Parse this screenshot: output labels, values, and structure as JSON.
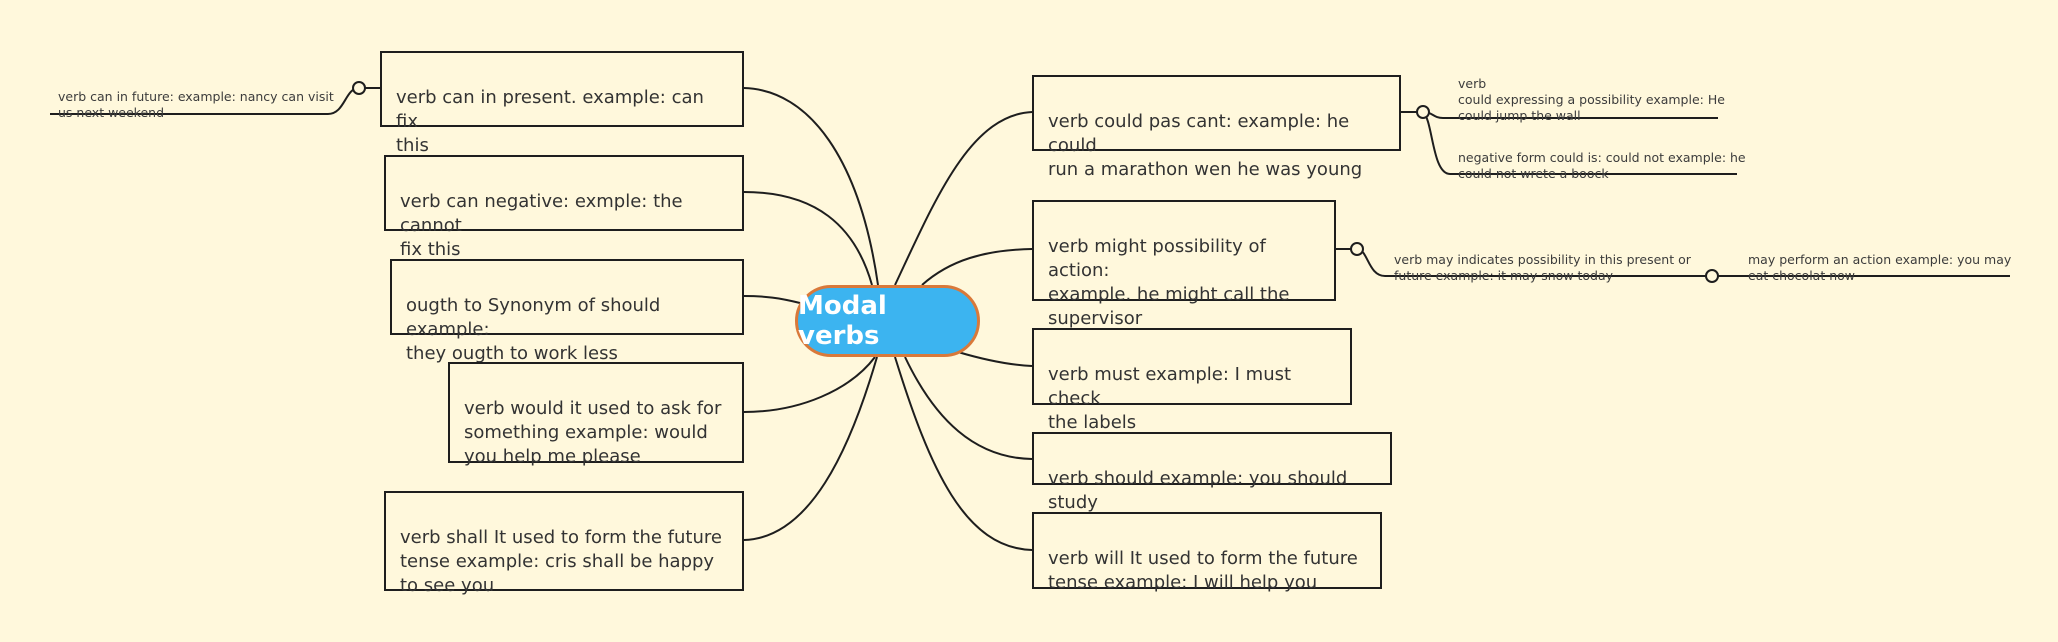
{
  "root": {
    "label": "Modal verbs"
  },
  "left": [
    {
      "label": "verb can in present. example:  can fix\nthis"
    },
    {
      "label": "verb can negative: exmple: the cannot\nfix this"
    },
    {
      "label": "ougth to Synonym of should example:\nthey ougth to work less"
    },
    {
      "label": "verb would it used to ask for\nsomething example: would\nyou help me please"
    },
    {
      "label": "verb shall It used to form the future\ntense example: cris shall be happy\nto see you"
    }
  ],
  "right": [
    {
      "label": "verb could pas cant: example: he could\nrun a marathon wen he was young"
    },
    {
      "label": "verb might possibility of action:\nexample. he might call the\nsupervisor"
    },
    {
      "label": "verb must example: I must check\nthe labels"
    },
    {
      "label": "verb should example: you should study"
    },
    {
      "label": "verb will It used to form the future\ntense example: I will help you"
    }
  ],
  "leaves": {
    "can_future": "verb can in future: example: nancy can visit\n us next weekend",
    "could_possibility": "verb\n could expressing a possibility example: He\ncould jump the wall",
    "could_negative": "negative form could is: could not example: he\ncould not wrete a boock",
    "may": "verb may  indicates possibility in this present or\nfuture example: it may snow today",
    "may_perform": "may perform an action example: you may\neat chocolat now"
  }
}
